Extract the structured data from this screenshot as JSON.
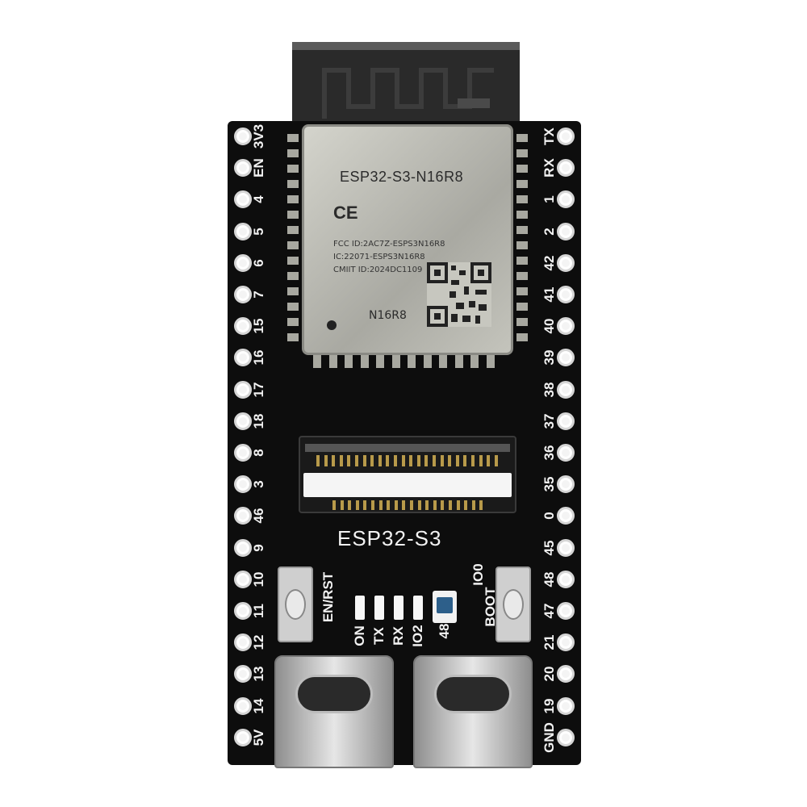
{
  "module": {
    "model": "ESP32-S3-N16R8",
    "cert_mark": "CE",
    "fcc_id": "FCC ID:2AC7Z-ESPS3N16R8",
    "ic_id": "IC:22071-ESPS3N16R8",
    "cmiit_id": "CMIIT ID:2024DC1109",
    "variant": "N16R8"
  },
  "board": {
    "name": "ESP32-S3",
    "left_pins": [
      "3V3",
      "EN",
      "4",
      "5",
      "6",
      "7",
      "15",
      "16",
      "17",
      "18",
      "8",
      "3",
      "46",
      "9",
      "10",
      "11",
      "12",
      "13",
      "14",
      "5V"
    ],
    "right_pins": [
      "TX",
      "RX",
      "1",
      "2",
      "42",
      "41",
      "40",
      "39",
      "38",
      "37",
      "36",
      "35",
      "0",
      "45",
      "48",
      "47",
      "21",
      "20",
      "19",
      "GND"
    ],
    "buttons": {
      "reset": "EN/RST",
      "boot": "BOOT",
      "boot_pin": "IO0"
    },
    "leds": [
      "ON",
      "TX",
      "RX",
      "IO2"
    ],
    "rgb_led": "48"
  },
  "colors": {
    "pcb": "#0d0d0d",
    "silkscreen": "#f2f2f2",
    "shield": "#bfbfb8",
    "pad": "#e8e8e8"
  }
}
